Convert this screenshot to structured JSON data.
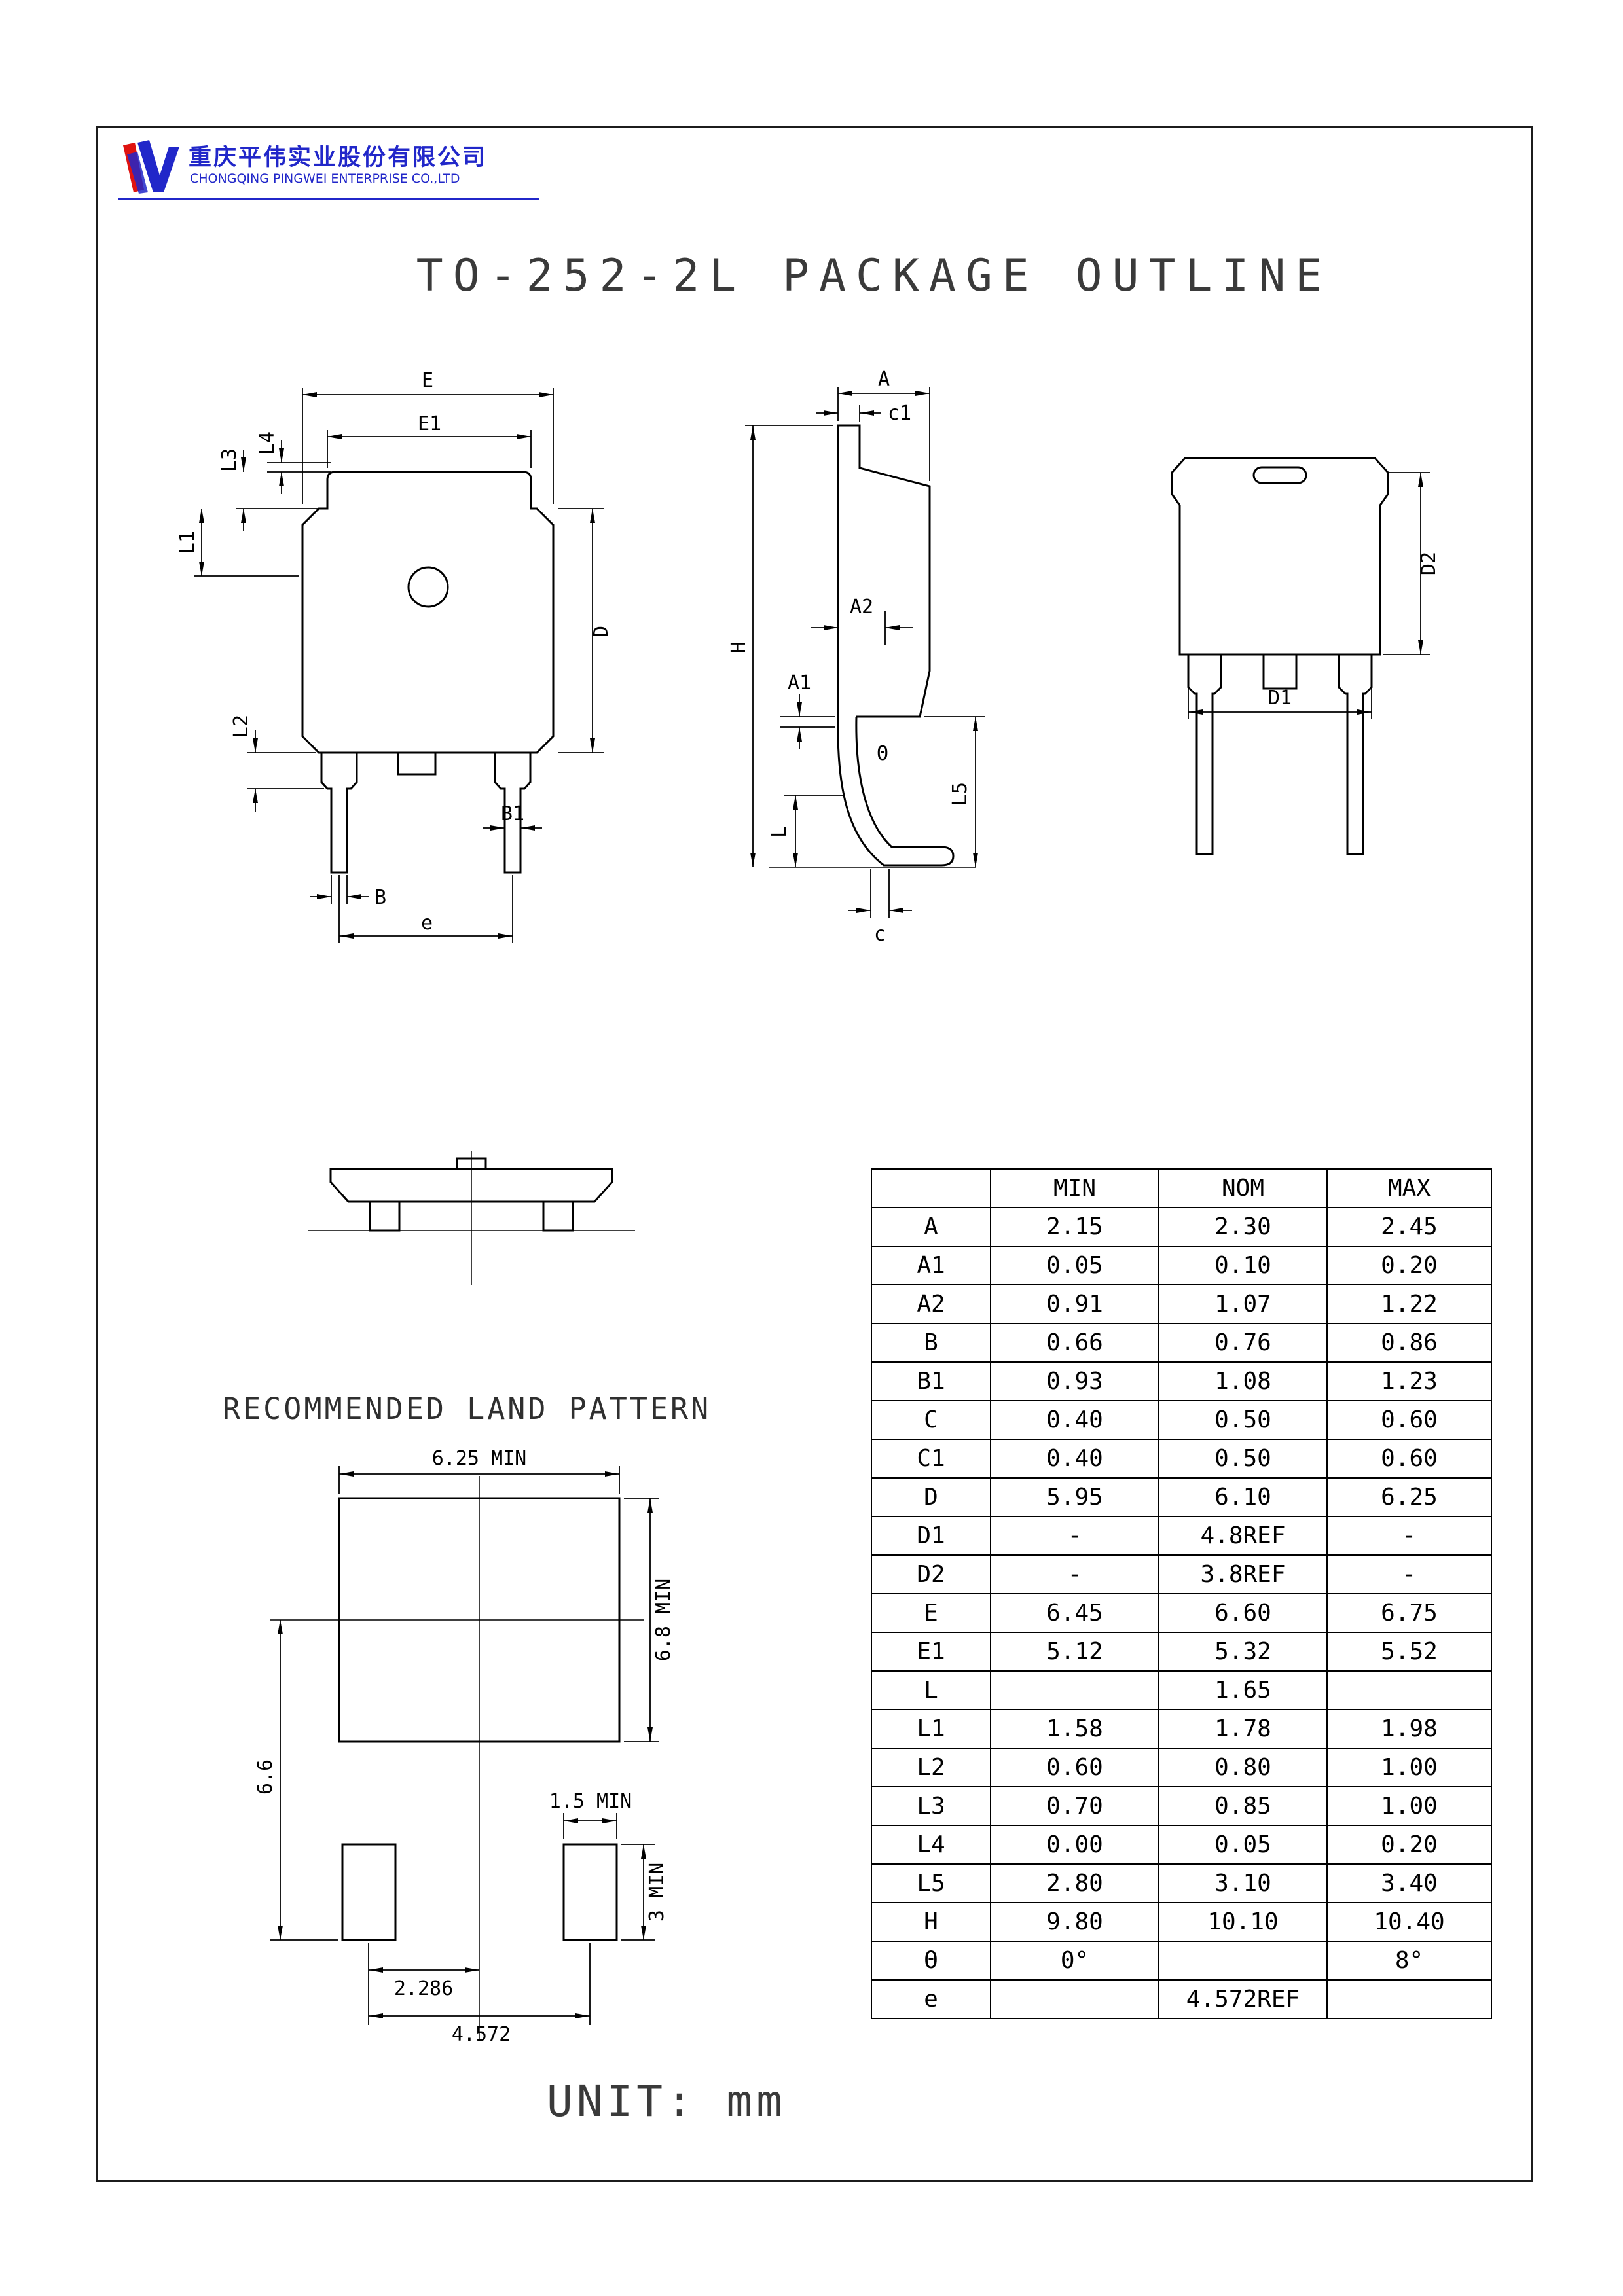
{
  "company": {
    "name_cn": "重庆平伟实业股份有限公司",
    "name_en": "CHONGQING PINGWEI ENTERPRISE CO.,LTD",
    "brand_blue": "#2127c9",
    "brand_red": "#df1310"
  },
  "title": "TO-252-2L PACKAGE OUTLINE",
  "unit_note": "UNIT: mm",
  "front_view": {
    "labels": {
      "E": "E",
      "E1": "E1",
      "L4": "L4",
      "L3": "L3",
      "L1": "L1",
      "L2": "L2",
      "D": "D",
      "B1": "B1",
      "B": "B",
      "e": "e"
    }
  },
  "side_view": {
    "labels": {
      "A": "A",
      "C1": "c1",
      "A2": "A2",
      "A1": "A1",
      "H": "H",
      "theta": "Θ",
      "L": "L",
      "L5": "L5",
      "c": "c"
    }
  },
  "back_view": {
    "labels": {
      "D1": "D1",
      "D2": "D2"
    }
  },
  "land_pattern": {
    "heading": "RECOMMENDED LAND PATTERN",
    "pad_width": "6.25 MIN",
    "pad_height": "6.8 MIN",
    "center_to_pad_bottom": "6.6",
    "small_pad_width": "1.5 MIN",
    "small_pad_height": "3 MIN",
    "half_pitch": "2.286",
    "full_pitch": "4.572"
  },
  "table": {
    "headers": [
      "",
      "MIN",
      "NOM",
      "MAX"
    ],
    "rows": [
      {
        "name": "A",
        "min": "2.15",
        "nom": "2.30",
        "max": "2.45"
      },
      {
        "name": "A1",
        "min": "0.05",
        "nom": "0.10",
        "max": "0.20"
      },
      {
        "name": "A2",
        "min": "0.91",
        "nom": "1.07",
        "max": "1.22"
      },
      {
        "name": "B",
        "min": "0.66",
        "nom": "0.76",
        "max": "0.86"
      },
      {
        "name": "B1",
        "min": "0.93",
        "nom": "1.08",
        "max": "1.23"
      },
      {
        "name": "C",
        "min": "0.40",
        "nom": "0.50",
        "max": "0.60"
      },
      {
        "name": "C1",
        "min": "0.40",
        "nom": "0.50",
        "max": "0.60"
      },
      {
        "name": "D",
        "min": "5.95",
        "nom": "6.10",
        "max": "6.25"
      },
      {
        "name": "D1",
        "min": "-",
        "nom": "4.8REF",
        "max": "-"
      },
      {
        "name": "D2",
        "min": "-",
        "nom": "3.8REF",
        "max": "-"
      },
      {
        "name": "E",
        "min": "6.45",
        "nom": "6.60",
        "max": "6.75"
      },
      {
        "name": "E1",
        "min": "5.12",
        "nom": "5.32",
        "max": "5.52"
      },
      {
        "name": "L",
        "min": "",
        "nom": "1.65",
        "max": ""
      },
      {
        "name": "L1",
        "min": "1.58",
        "nom": "1.78",
        "max": "1.98"
      },
      {
        "name": "L2",
        "min": "0.60",
        "nom": "0.80",
        "max": "1.00"
      },
      {
        "name": "L3",
        "min": "0.70",
        "nom": "0.85",
        "max": "1.00"
      },
      {
        "name": "L4",
        "min": "0.00",
        "nom": "0.05",
        "max": "0.20"
      },
      {
        "name": "L5",
        "min": "2.80",
        "nom": "3.10",
        "max": "3.40"
      },
      {
        "name": "H",
        "min": "9.80",
        "nom": "10.10",
        "max": "10.40"
      },
      {
        "name": "Θ",
        "min": "0°",
        "nom": "",
        "max": "8°"
      },
      {
        "name": "e",
        "min": "",
        "nom": "4.572REF",
        "max": ""
      }
    ]
  }
}
